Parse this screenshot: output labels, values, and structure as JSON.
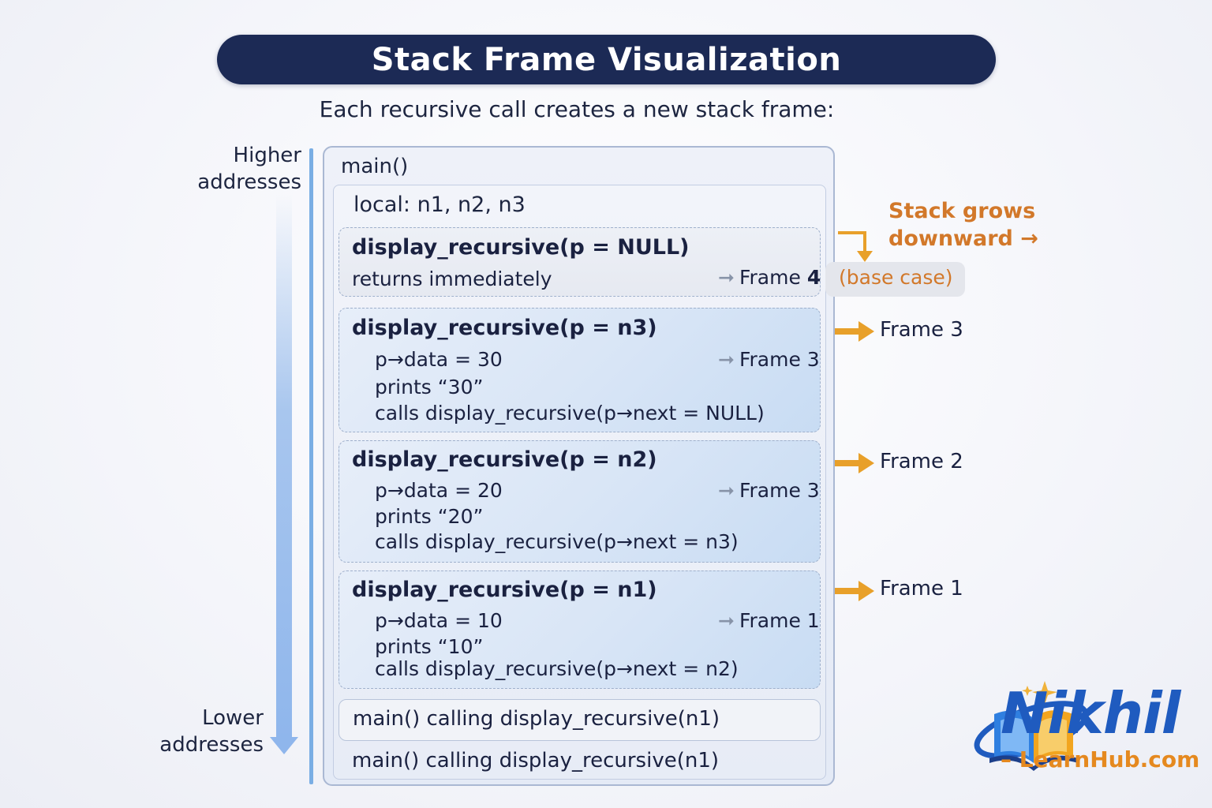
{
  "title": "Stack Frame Visualization",
  "subtitle": "Each recursive call creates a new stack frame:",
  "address_axis": {
    "higher": [
      "Higher",
      "addresses"
    ],
    "lower": [
      "Lower",
      "addresses"
    ]
  },
  "stack": {
    "main_label": "main()",
    "local_label": "local: n1, n2, n3",
    "frames": [
      {
        "header": "display_recursive(p = NULL)",
        "lines": [
          "returns immediately"
        ],
        "frame_tag": "Frame",
        "frame_tag_num": "4",
        "note": "(base case)"
      },
      {
        "header": "display_recursive(p = n3)",
        "lines": [
          "p→data = 30",
          "prints “30”",
          "calls display_recursive(p→next = NULL)"
        ],
        "frame_tag": "Frame 3"
      },
      {
        "header": "display_recursive(p = n2)",
        "lines": [
          "p→data = 20",
          "prints “20”",
          "calls display_recursive(p→next = n3)"
        ],
        "frame_tag": "Frame 3"
      },
      {
        "header": "display_recursive(p = n1)",
        "lines": [
          "p→data = 10",
          "prints “10”",
          "calls display_recursive(p→next = n2)"
        ],
        "frame_tag": "Frame 1"
      }
    ],
    "call_box": "main() calling display_recursive(n1)",
    "bottom_call": "main() calling display_recursive(n1)"
  },
  "annotations": {
    "grows": [
      "Stack grows",
      "downward →"
    ],
    "side_labels": [
      "Frame 3",
      "Frame 2",
      "Frame 1"
    ]
  },
  "logo": {
    "name": "Nikhil",
    "sub": "– LearnHub.com"
  },
  "colors": {
    "title_bg": "#1c2a55",
    "accent_orange": "#e8a02a",
    "note_orange": "#d2782a",
    "logo_blue": "#1f5bbf"
  }
}
